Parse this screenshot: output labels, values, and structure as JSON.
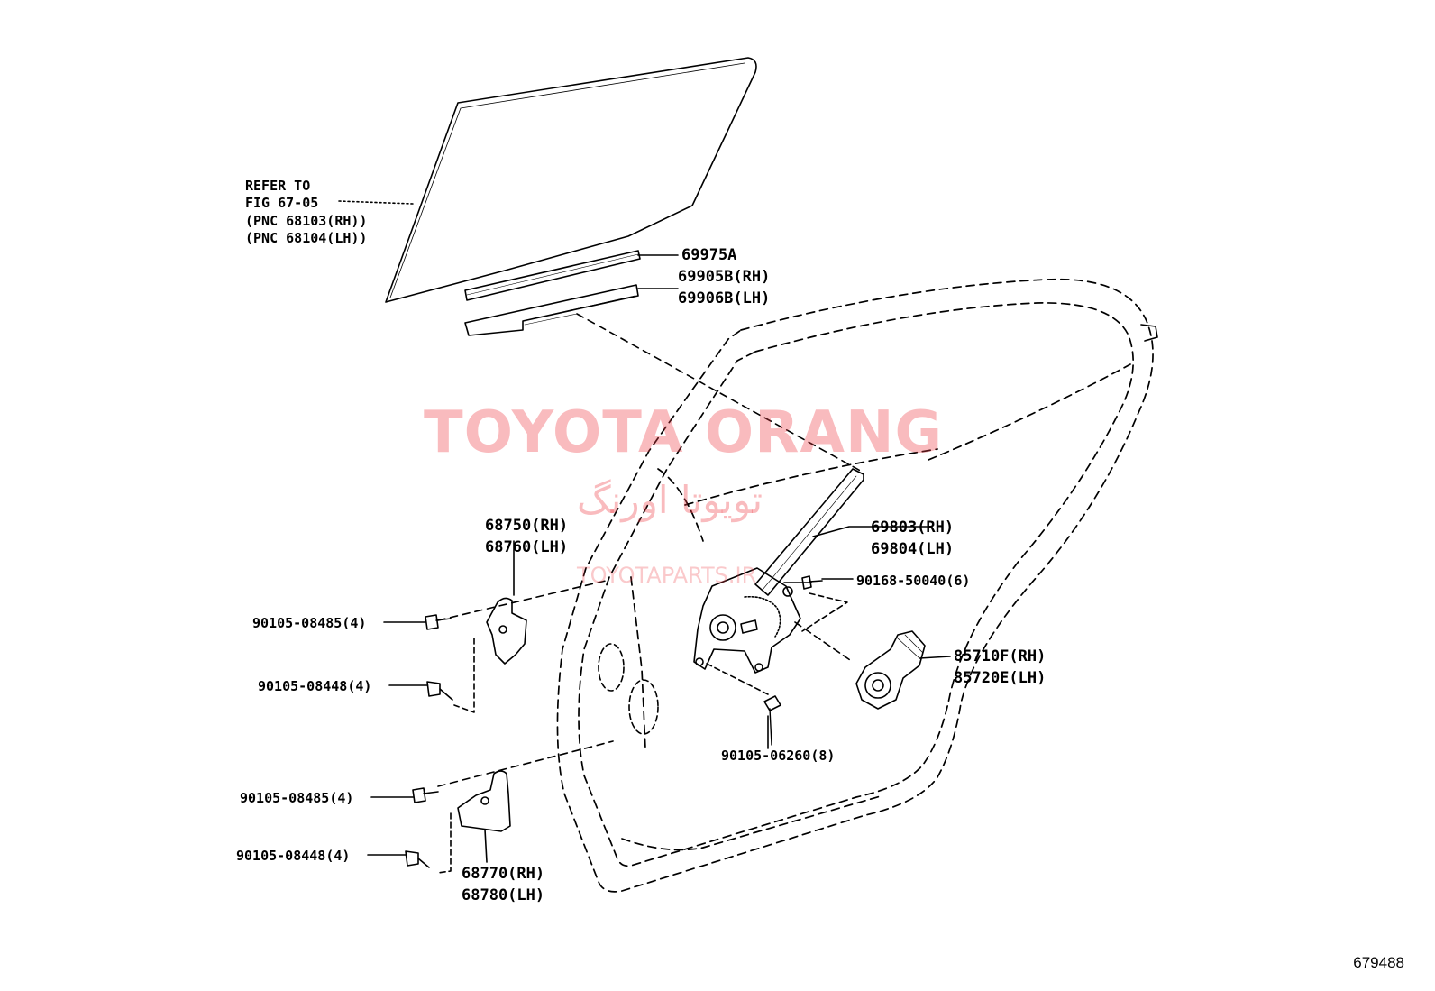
{
  "refer": {
    "line1": "REFER TO",
    "line2": "FIG 67-05",
    "line3": "(PNC 68103(RH))",
    "line4": "(PNC 68104(LH))"
  },
  "parts": {
    "weatherstrip": "69975A",
    "run_rh": "69905B(RH)",
    "run_lh": "69906B(LH)",
    "regulator_rh": "69803(RH)",
    "regulator_lh": "69804(LH)",
    "bolt_regulator": "90168-50040(6)",
    "motor_rh": "85710F(RH)",
    "motor_lh": "85720E(LH)",
    "bolt_motor": "90105-06260(8)",
    "hinge_upper_rh": "68750(RH)",
    "hinge_upper_lh": "68760(LH)",
    "bolt_upper_a": "90105-08485(4)",
    "bolt_upper_b": "90105-08448(4)",
    "hinge_lower_rh": "68770(RH)",
    "hinge_lower_lh": "68780(LH)",
    "bolt_lower_a": "90105-08485(4)",
    "bolt_lower_b": "90105-08448(4)"
  },
  "watermark": {
    "brand": "TOYOTA ORANG",
    "brand_fa": "تویوتا اورنگ",
    "site": "TOYOTAPARTS.IR"
  },
  "figure_id": "679488"
}
